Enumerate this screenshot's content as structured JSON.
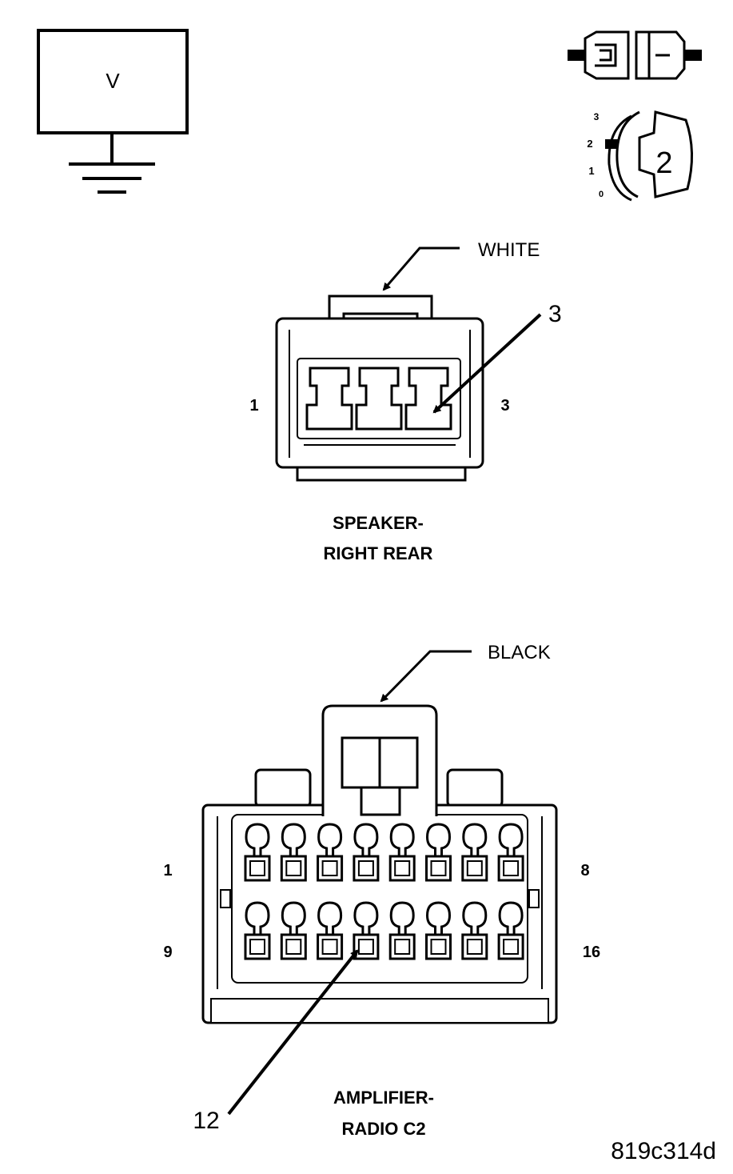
{
  "voltmeter": {
    "label": "V",
    "icon": "voltmeter-ground-icon"
  },
  "key_switch": {
    "positions": [
      "3",
      "2",
      "1",
      "0"
    ],
    "selected_position": "2",
    "icon": "ignition-key-icon",
    "connector_icon": "disconnected-connector-icon"
  },
  "speaker_connector": {
    "color_label": "WHITE",
    "title_line1": "SPEAKER-",
    "title_line2": "RIGHT REAR",
    "pin_first": "1",
    "pin_last": "3",
    "probe_pin": "3",
    "cavity_count": 3
  },
  "amplifier_connector": {
    "color_label": "BLACK",
    "title_line1": "AMPLIFIER-",
    "title_line2": "RADIO C2",
    "row1_first": "1",
    "row1_last": "8",
    "row2_first": "9",
    "row2_last": "16",
    "probe_pin": "12",
    "cavities_per_row": 8
  },
  "figure_id": "819c314d"
}
